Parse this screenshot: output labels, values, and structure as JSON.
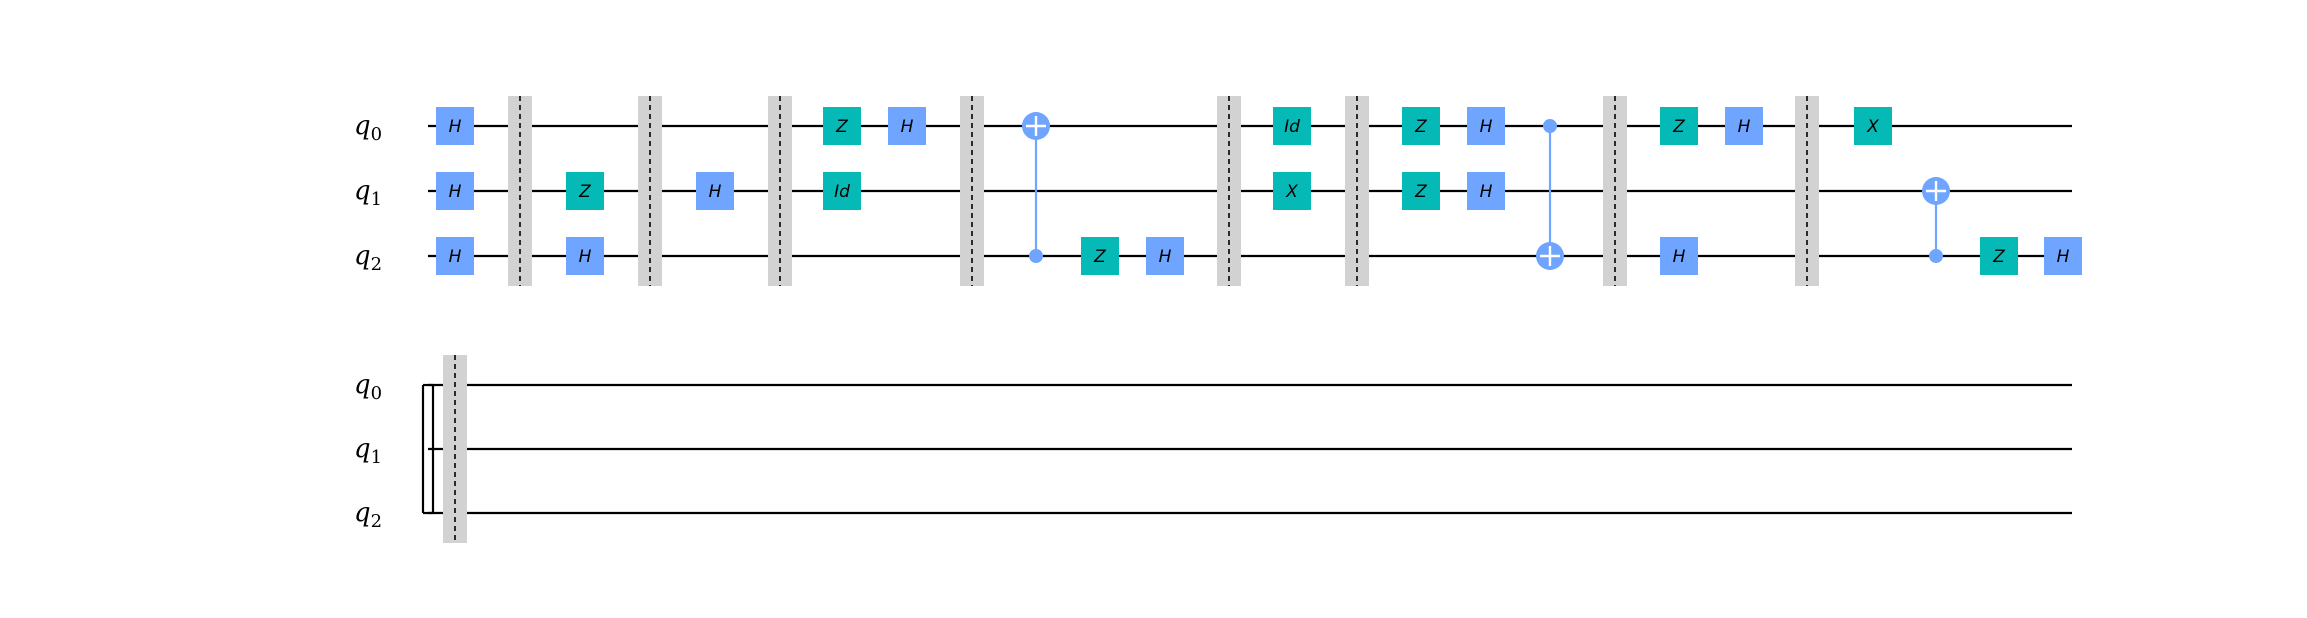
{
  "colors": {
    "hadamard": "#6fa4ff",
    "pauli": "#05bab6",
    "controlled": "#6fa4ff",
    "barrier": "#d2d2d2",
    "wire": "#000000"
  },
  "qubits": [
    {
      "letter": "q",
      "index": "0"
    },
    {
      "letter": "q",
      "index": "1"
    },
    {
      "letter": "q",
      "index": "2"
    }
  ],
  "rows": [
    {
      "columns": [
        {
          "type": "gates",
          "gates": [
            {
              "q": 0,
              "label": "H",
              "kind": "hadamard"
            },
            {
              "q": 1,
              "label": "H",
              "kind": "hadamard"
            },
            {
              "q": 2,
              "label": "H",
              "kind": "hadamard"
            }
          ]
        },
        {
          "type": "barrier"
        },
        {
          "type": "gates",
          "gates": [
            {
              "q": 1,
              "label": "Z",
              "kind": "pauli"
            },
            {
              "q": 2,
              "label": "H",
              "kind": "hadamard"
            }
          ]
        },
        {
          "type": "barrier"
        },
        {
          "type": "gates",
          "gates": [
            {
              "q": 1,
              "label": "H",
              "kind": "hadamard"
            }
          ]
        },
        {
          "type": "barrier"
        },
        {
          "type": "gates",
          "gates": [
            {
              "q": 0,
              "label": "Z",
              "kind": "pauli"
            },
            {
              "q": 1,
              "label": "Id",
              "kind": "pauli"
            }
          ]
        },
        {
          "type": "gates",
          "gates": [
            {
              "q": 0,
              "label": "H",
              "kind": "hadamard"
            }
          ]
        },
        {
          "type": "barrier"
        },
        {
          "type": "cnot",
          "control": 2,
          "target": 0
        },
        {
          "type": "gates",
          "gates": [
            {
              "q": 2,
              "label": "Z",
              "kind": "pauli"
            }
          ]
        },
        {
          "type": "gates",
          "gates": [
            {
              "q": 2,
              "label": "H",
              "kind": "hadamard"
            }
          ]
        },
        {
          "type": "barrier"
        },
        {
          "type": "gates",
          "gates": [
            {
              "q": 0,
              "label": "Id",
              "kind": "pauli"
            },
            {
              "q": 1,
              "label": "X",
              "kind": "pauli"
            }
          ]
        },
        {
          "type": "barrier"
        },
        {
          "type": "gates",
          "gates": [
            {
              "q": 0,
              "label": "Z",
              "kind": "pauli"
            },
            {
              "q": 1,
              "label": "Z",
              "kind": "pauli"
            }
          ]
        },
        {
          "type": "gates",
          "gates": [
            {
              "q": 0,
              "label": "H",
              "kind": "hadamard"
            },
            {
              "q": 1,
              "label": "H",
              "kind": "hadamard"
            }
          ]
        },
        {
          "type": "cnot",
          "control": 0,
          "target": 2
        },
        {
          "type": "barrier"
        },
        {
          "type": "gates",
          "gates": [
            {
              "q": 0,
              "label": "Z",
              "kind": "pauli"
            },
            {
              "q": 2,
              "label": "H",
              "kind": "hadamard"
            }
          ]
        },
        {
          "type": "gates",
          "gates": [
            {
              "q": 0,
              "label": "H",
              "kind": "hadamard"
            }
          ]
        },
        {
          "type": "barrier"
        },
        {
          "type": "gates",
          "gates": [
            {
              "q": 0,
              "label": "X",
              "kind": "pauli"
            }
          ]
        },
        {
          "type": "cnot",
          "control": 2,
          "target": 1
        },
        {
          "type": "gates",
          "gates": [
            {
              "q": 2,
              "label": "Z",
              "kind": "pauli"
            }
          ]
        },
        {
          "type": "gates",
          "gates": [
            {
              "q": 2,
              "label": "H",
              "kind": "hadamard"
            }
          ]
        }
      ]
    },
    {
      "columns": [
        {
          "type": "barrier"
        }
      ]
    }
  ]
}
